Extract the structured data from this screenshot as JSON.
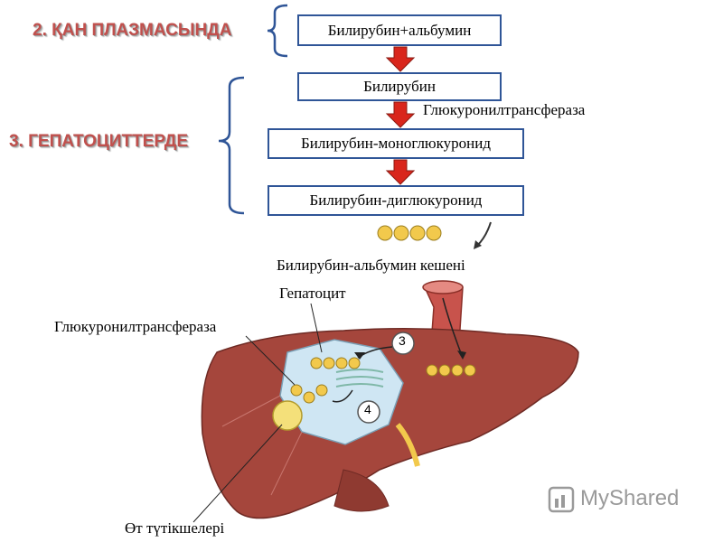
{
  "headings": {
    "plasma": "2. ҚАН ПЛАЗМАСЫНДА",
    "hepatocytes": "3. ГЕПАТОЦИТТЕРДЕ"
  },
  "flow_boxes": [
    "Билирубин+альбумин",
    "Билирубин",
    "Билирубин-моноглюкуронид",
    "Билирубин-диглюкуронид"
  ],
  "enzyme_label": "Глюкуронилтрансфераза",
  "figure": {
    "complex_label": "Билирубин-альбумин кешені",
    "hepatocyte_label": "Гепатоцит",
    "enzyme_label": "Глюкуронилтрансфераза",
    "bile_ducts_label": "Өт түтікшелері",
    "step_3": "3",
    "step_4": "4"
  },
  "watermark": "MyShared",
  "colors": {
    "heading": "#c0504d",
    "box_border": "#2f5597",
    "arrow": "#d9261c",
    "liver": "#a5463c",
    "bilirubin_bead": "#f2c94c"
  }
}
